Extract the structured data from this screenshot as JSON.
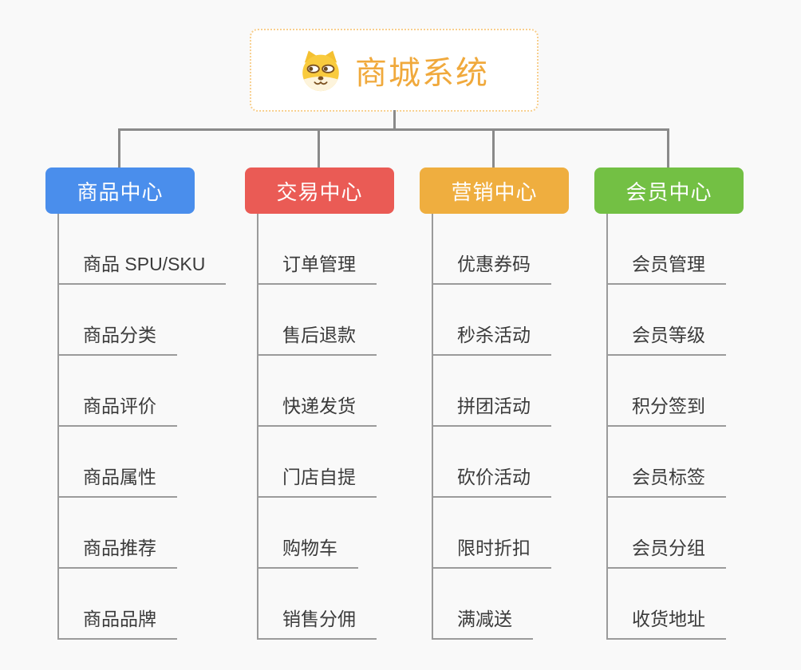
{
  "root": {
    "title": "商城系统",
    "icon": "shiba-face-icon"
  },
  "branches": [
    {
      "label": "商品中心",
      "color": "#4a8eec",
      "items": [
        "商品 SPU/SKU",
        "商品分类",
        "商品评价",
        "商品属性",
        "商品推荐",
        "商品品牌"
      ]
    },
    {
      "label": "交易中心",
      "color": "#ea5b55",
      "items": [
        "订单管理",
        "售后退款",
        "快递发货",
        "门店自提",
        "购物车",
        "销售分佣"
      ]
    },
    {
      "label": "营销中心",
      "color": "#efae3f",
      "items": [
        "优惠券码",
        "秒杀活动",
        "拼团活动",
        "砍价活动",
        "限时折扣",
        "满减送"
      ]
    },
    {
      "label": "会员中心",
      "color": "#73c044",
      "items": [
        "会员管理",
        "会员等级",
        "积分签到",
        "会员标签",
        "会员分组",
        "收货地址"
      ]
    }
  ],
  "colors": {
    "background": "#f9f9f9",
    "root_text": "#f0a93c",
    "root_border": "#f8cf8e",
    "tree_line": "#8a8a8a",
    "leaf_line": "#9b9b9b",
    "leaf_text": "#3b3b3b"
  }
}
